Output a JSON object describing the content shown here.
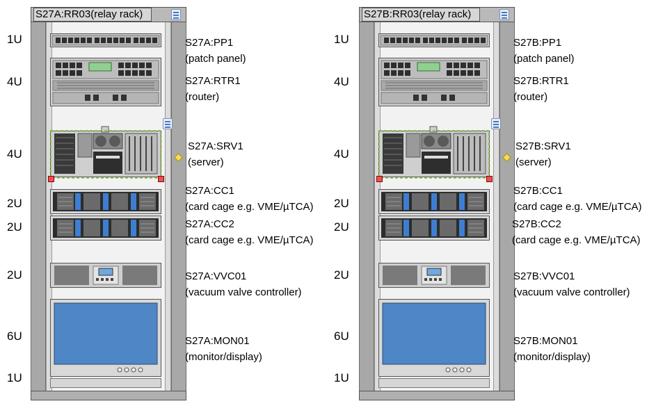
{
  "racks": [
    {
      "title": "S27A:RR03(relay rack)",
      "u_labels": [
        "1U",
        "4U",
        "4U",
        "2U",
        "2U",
        "2U",
        "6U",
        "1U"
      ],
      "devices": [
        {
          "name": "S27A:PP1",
          "desc": "(patch panel)"
        },
        {
          "name": "S27A:RTR1",
          "desc": "(router)"
        },
        {
          "name": "S27A:SRV1",
          "desc": "(server)"
        },
        {
          "name": "S27A:CC1",
          "desc": "(card cage e.g. VME/µTCA)"
        },
        {
          "name": "S27A:CC2",
          "desc": "(card cage e.g. VME/µTCA)"
        },
        {
          "name": "S27A:VVC01",
          "desc": "(vacuum valve controller)"
        },
        {
          "name": "S27A:MON01",
          "desc": "(monitor/display)"
        }
      ]
    },
    {
      "title": "S27B:RR03(relay rack)",
      "u_labels": [
        "1U",
        "4U",
        "4U",
        "2U",
        "2U",
        "2U",
        "6U",
        "1U"
      ],
      "devices": [
        {
          "name": "S27B:PP1",
          "desc": "(patch panel)"
        },
        {
          "name": "S27B:RTR1",
          "desc": "(router)"
        },
        {
          "name": "S27B:SRV1",
          "desc": "(server)"
        },
        {
          "name": "S27B:CC1",
          "desc": "(card cage e.g. VME/µTCA)"
        },
        {
          "name": "S27B:CC2",
          "desc": "(card cage e.g. VME/µTCA)"
        },
        {
          "name": "S27B:VVC01",
          "desc": "(vacuum valve controller)"
        },
        {
          "name": "S27B:MON01",
          "desc": "(monitor/display)"
        }
      ]
    }
  ],
  "colors": {
    "rack_frame": "#a8a8a8",
    "device_body": "#cfcfcf",
    "card_blue": "#3c7fd0",
    "monitor_screen": "#4f86c6",
    "selection_dash": "#7dbb2d"
  }
}
